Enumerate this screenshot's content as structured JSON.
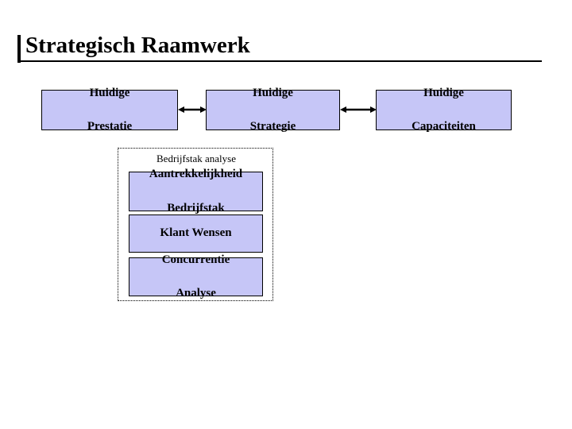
{
  "slide": {
    "title": "Strategisch Raamwerk",
    "background_color": "#FFFFFF",
    "accent_color": "#C6C6F7",
    "border_color": "#000000"
  },
  "top_row": {
    "boxes": [
      {
        "name": "huidige-prestatie",
        "line1": "Huidige",
        "line2": "Prestatie"
      },
      {
        "name": "huidige-strategie",
        "line1": "Huidige",
        "line2": "Strategie"
      },
      {
        "name": "huidige-capaciteiten",
        "line1": "Huidige",
        "line2": "Capaciteiten"
      }
    ],
    "connectors": [
      {
        "name": "prestatie-to-strategie",
        "type": "double-arrow"
      },
      {
        "name": "strategie-to-capaciteiten",
        "type": "double-arrow"
      }
    ]
  },
  "group": {
    "label": "Bedrijfstak analyse",
    "border_style": "dotted",
    "boxes": [
      {
        "name": "aantrekkelijkheid-bedrijfstak",
        "line1": "Aantrekkelijkheid",
        "line2": "Bedrijfstak"
      },
      {
        "name": "klant-wensen",
        "line1": "Klant Wensen",
        "line2": ""
      },
      {
        "name": "concurrentie-analyse",
        "line1": "Concurrentie",
        "line2": "Analyse"
      }
    ]
  }
}
